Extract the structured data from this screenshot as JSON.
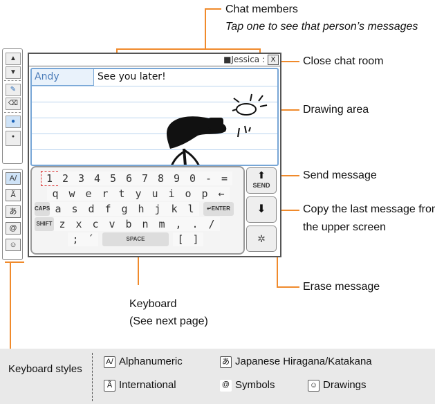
{
  "callouts": {
    "chat_members": "Chat members",
    "chat_members_sub": "Tap one to see that person’s messages",
    "close_chat_room": "Close chat room",
    "drawing_area": "Drawing area",
    "send_message": "Send message",
    "copy_message_1": "Copy the last message from",
    "copy_message_2": "the upper screen",
    "erase_message": "Erase message",
    "keyboard_1": "Keyboard",
    "keyboard_2": "(See next page)"
  },
  "screen": {
    "member": "■Jessica :",
    "close_icon_label": "X",
    "sender": "Andy",
    "message": "See you later!"
  },
  "keyboard": {
    "row1": [
      "1",
      "2",
      "3",
      "4",
      "5",
      "6",
      "7",
      "8",
      "9",
      "0",
      "-",
      "="
    ],
    "row2": [
      "q",
      "w",
      "e",
      "r",
      "t",
      "y",
      "u",
      "i",
      "o",
      "p",
      "←"
    ],
    "row3_caps": "CAPS",
    "row3": [
      "a",
      "s",
      "d",
      "f",
      "g",
      "h",
      "j",
      "k",
      "l"
    ],
    "row3_enter": "↵ENTER",
    "row4_shift": "SHIFT",
    "row4": [
      "z",
      "x",
      "c",
      "v",
      "b",
      "n",
      "m",
      ",",
      ".",
      "/"
    ],
    "row5_left": [
      ";",
      "´"
    ],
    "row5_space": "SPACE",
    "row5_right": [
      "[",
      "]"
    ],
    "send_label": "SEND"
  },
  "legend": {
    "title": "Keyboard styles",
    "alphanumeric": "Alphanumeric",
    "international": "International",
    "japanese": "Japanese Hiragana/Katakana",
    "symbols": "Symbols",
    "drawings": "Drawings"
  },
  "icons": {
    "alphanumeric": "A/",
    "international": "Ã",
    "japanese": "あ",
    "symbols": "@",
    "drawings": "☺"
  },
  "colors": {
    "leader": "#f08a2b",
    "accent": "#77a6d6",
    "name_text": "#4b7cb8"
  }
}
